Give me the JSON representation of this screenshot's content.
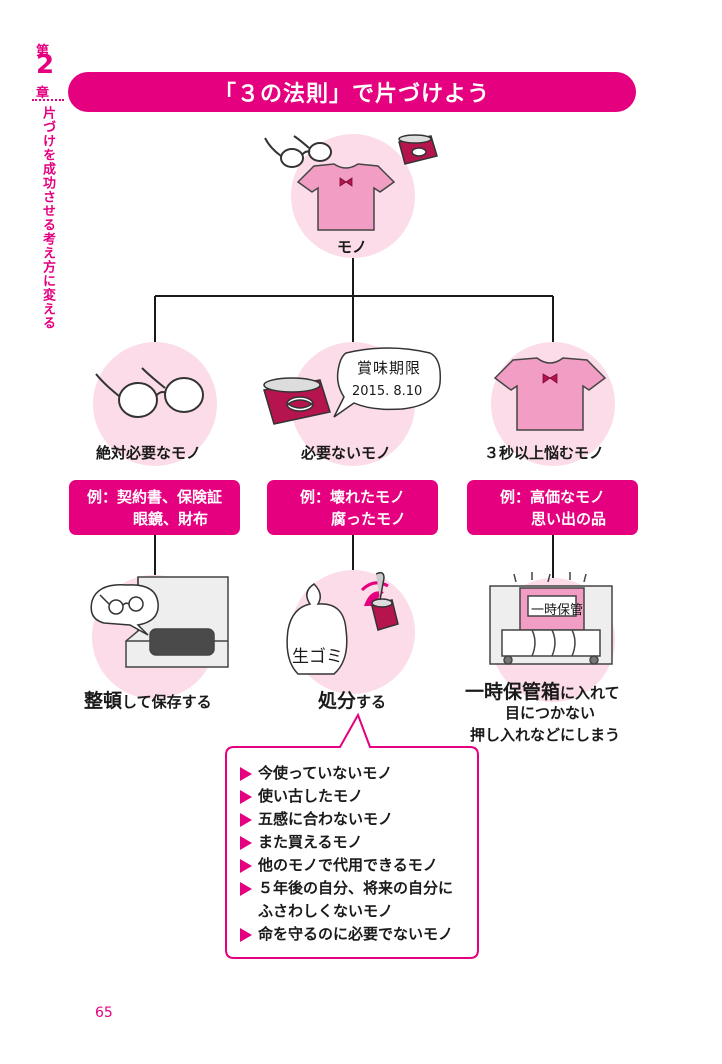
{
  "chapter": {
    "label": "第",
    "number": "2",
    "suffix": "章",
    "title": "片づけを成功させる考え方に変える"
  },
  "banner": {
    "title": "「３の法則」で片づけよう"
  },
  "root": {
    "label": "モノ"
  },
  "branches": [
    {
      "label": "絶対必要なモノ",
      "example_lines": [
        "例：契約書、保険証",
        "眼鏡、財布"
      ],
      "result_big": "整頓",
      "result_small": "して保存する"
    },
    {
      "label": "必要ないモノ",
      "example_lines": [
        "例：壊れたモノ",
        "腐ったモノ"
      ],
      "result_big": "処分",
      "result_small": "する"
    },
    {
      "label": "３秒以上悩むモノ",
      "example_lines": [
        "例：高価なモノ",
        "思い出の品"
      ],
      "result_big": "一時保管箱",
      "result_small": "に入れて",
      "result_line2": "目につかない",
      "result_line3": "押し入れなどにしまう"
    }
  ],
  "illustration_text": {
    "expiry_title": "賞味期限",
    "expiry_date": "2015. 8.10",
    "garbage_bag": "生ゴミ",
    "storage_box": "一時保管"
  },
  "callout": {
    "items": [
      "今使っていないモノ",
      "使い古したモノ",
      "五感に合わないモノ",
      "また買えるモノ",
      "他のモノで代用できるモノ",
      "５年後の自分、将来の自分に",
      "命を守るのに必要でないモノ"
    ],
    "continuation": "ふさわしくないモノ"
  },
  "page_number": "65",
  "colors": {
    "accent": "#e4007f",
    "circle": "#fbdce8",
    "shirt": "#f29ec4"
  }
}
